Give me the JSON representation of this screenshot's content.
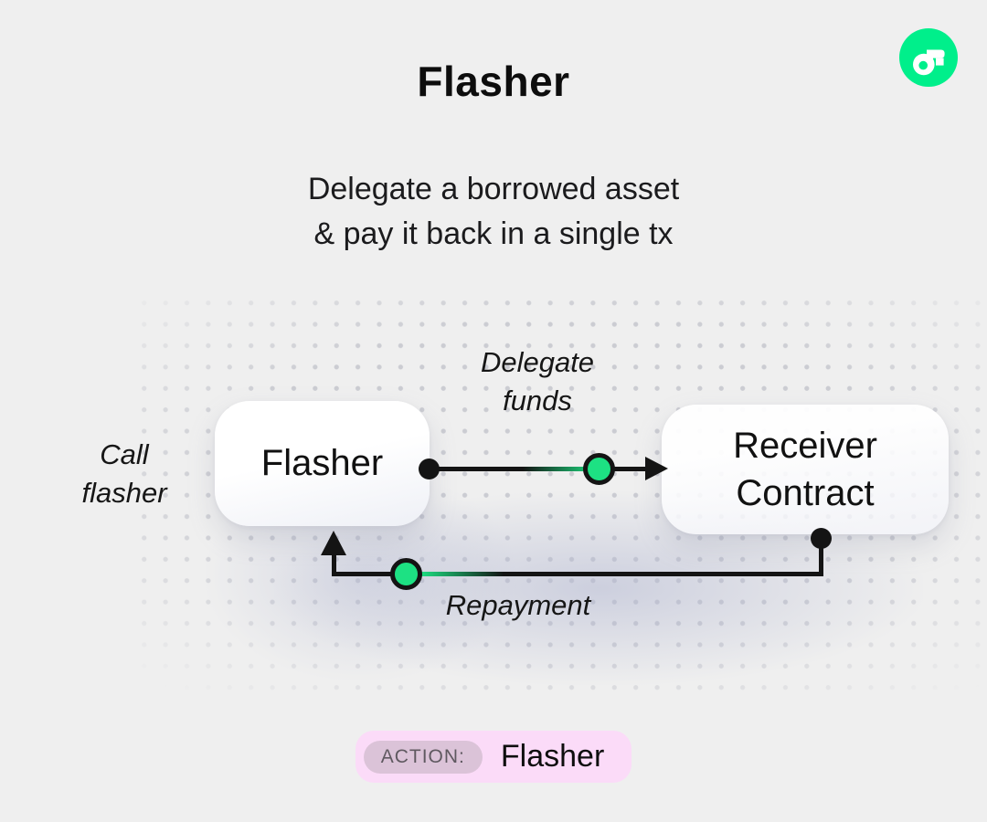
{
  "header": {
    "title": "Flasher",
    "subtitle_line1": "Delegate a borrowed asset",
    "subtitle_line2": "& pay it back in a single tx"
  },
  "logo": {
    "name": "flow-logo",
    "green": "#00ef8b"
  },
  "diagram": {
    "call_flasher_label": "Call flasher",
    "flasher_box_label": "Flasher",
    "receiver_box_label": "Receiver Contract",
    "delegate_label": "Delegate funds",
    "repayment_label": "Repayment",
    "accent_green": "#1de183",
    "line_color": "#141414",
    "dot_grid_color": "#cbccd2"
  },
  "footer": {
    "action_label": "ACTION:",
    "action_value": "Flasher",
    "badge_bg": "#fbdbf8",
    "tag_bg": "#dbc3d8"
  }
}
